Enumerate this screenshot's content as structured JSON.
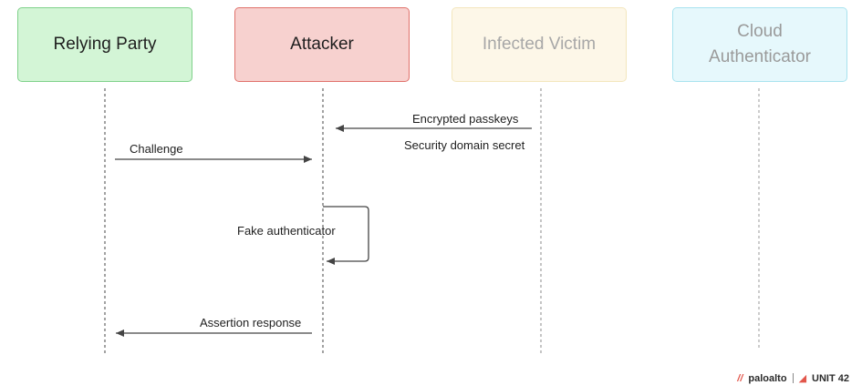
{
  "actors": {
    "relying_party": "Relying Party",
    "attacker": "Attacker",
    "infected_victim": "Infected Victim",
    "cloud_authenticator": "Cloud\nAuthenticator"
  },
  "messages": {
    "encrypted_passkeys": "Encrypted passkeys",
    "security_domain_secret": "Security domain secret",
    "challenge": "Challenge",
    "fake_authenticator": "Fake authenticator",
    "assertion_response": "Assertion response"
  },
  "branding": {
    "company": "paloalto",
    "unit": "UNIT 42"
  },
  "colors": {
    "relying_party_fill": "#d3f5d6",
    "attacker_fill": "#f7d1cf",
    "victim_fill": "#fdf7e8",
    "cloud_fill": "#e6f8fc",
    "arrow": "#444444"
  }
}
